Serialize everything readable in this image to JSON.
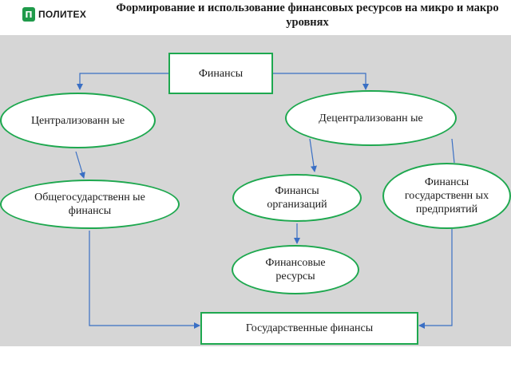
{
  "header": {
    "logo_mark": "П",
    "logo_text": "ПОЛИТЕХ",
    "title": "Формирование и использование финансовых ресурсов на микро и макро уровнях"
  },
  "nodes": {
    "finance": "Финансы",
    "centralized": "Централизованн ые",
    "decentralized": "Децентрализованн ые",
    "general_state": "Общегосударственн ые финансы",
    "org_finance": "Финансы организаций",
    "state_enterprise": "Финансы государственн ых предприятий",
    "fin_resources": "Финансовые ресурсы",
    "state_finance": "Государственные финансы"
  },
  "colors": {
    "panel": "#d6d6d6",
    "border": "#1ea84f",
    "arrow": "#3a6fc4",
    "logo": "#1f9a4a"
  }
}
